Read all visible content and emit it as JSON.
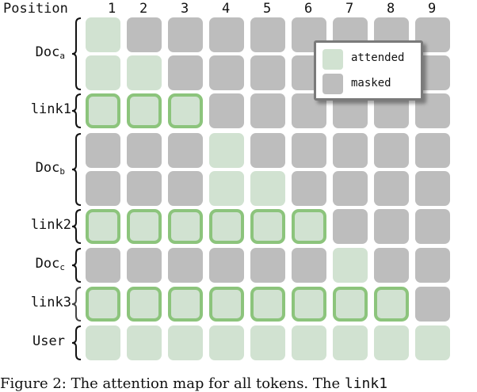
{
  "figure": {
    "position_header": "Position",
    "positions": [
      "1",
      "2",
      "3",
      "4",
      "5",
      "6",
      "7",
      "8",
      "9"
    ],
    "legend": {
      "attended_label": "attended",
      "masked_label": "masked"
    },
    "colors": {
      "attended": "#d1e2d1",
      "masked": "#bdbdbd",
      "link_border": "#8cc47c"
    },
    "groups": [
      {
        "label": "Doc",
        "subscript": "a",
        "rows": [
          0,
          1
        ]
      },
      {
        "label": "link1",
        "subscript": "",
        "rows": [
          2
        ]
      },
      {
        "label": "Doc",
        "subscript": "b",
        "rows": [
          3,
          4
        ]
      },
      {
        "label": "link2",
        "subscript": "",
        "rows": [
          5
        ]
      },
      {
        "label": "Doc",
        "subscript": "c",
        "rows": [
          6
        ]
      },
      {
        "label": "link3",
        "subscript": "",
        "rows": [
          7
        ]
      },
      {
        "label": "User",
        "subscript": "",
        "rows": [
          8
        ]
      }
    ],
    "matrix": [
      [
        "A",
        "M",
        "M",
        "M",
        "M",
        "M",
        "M",
        "M",
        "M"
      ],
      [
        "A",
        "A",
        "M",
        "M",
        "M",
        "M",
        "M",
        "M",
        "M"
      ],
      [
        "L",
        "L",
        "L",
        "M",
        "M",
        "M",
        "M",
        "M",
        "M"
      ],
      [
        "M",
        "M",
        "M",
        "A",
        "M",
        "M",
        "M",
        "M",
        "M"
      ],
      [
        "M",
        "M",
        "M",
        "A",
        "A",
        "M",
        "M",
        "M",
        "M"
      ],
      [
        "L",
        "L",
        "L",
        "L",
        "L",
        "L",
        "M",
        "M",
        "M"
      ],
      [
        "M",
        "M",
        "M",
        "M",
        "M",
        "M",
        "A",
        "M",
        "M"
      ],
      [
        "L",
        "L",
        "L",
        "L",
        "L",
        "L",
        "L",
        "L",
        "M"
      ],
      [
        "A",
        "A",
        "A",
        "A",
        "A",
        "A",
        "A",
        "A",
        "A"
      ]
    ],
    "matrix_key": {
      "A": "attended",
      "M": "masked",
      "L": "attended (link token, outlined)"
    }
  },
  "caption": {
    "prefix": "Figure 2: The attention map for all tokens. The ",
    "mono": "link1"
  }
}
